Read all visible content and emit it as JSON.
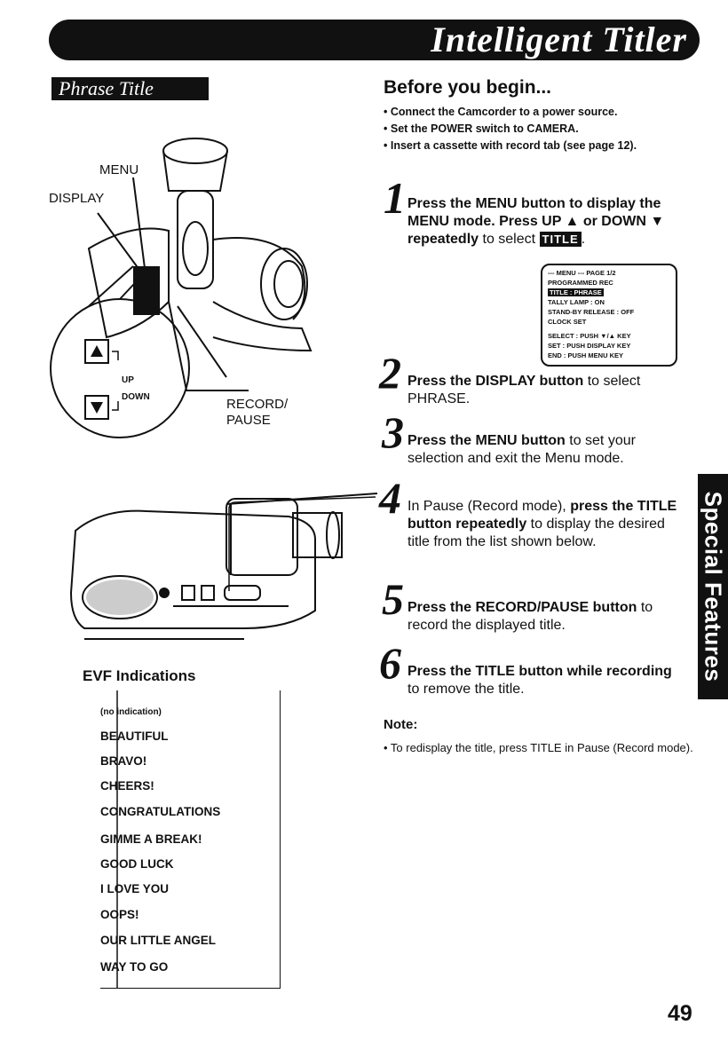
{
  "header": {
    "title": "Intelligent Titler"
  },
  "section_title": "Phrase Title",
  "before": {
    "heading": "Before you begin...",
    "items": [
      "Connect the Camcorder to a power source.",
      "Set the POWER switch to CAMERA.",
      "Insert a cassette with record tab (see page 12)."
    ]
  },
  "steps": [
    {
      "num": "1",
      "bold": "Press the MENU button to display the MENU mode. Press UP ▲ or DOWN ▼ repeatedly",
      "rest": " to select ",
      "badge": "TITLE",
      "tail": "."
    },
    {
      "num": "2",
      "bold": "Press the DISPLAY button",
      "rest": " to select PHRASE."
    },
    {
      "num": "3",
      "bold": "Press the MENU button",
      "rest": " to set your selection and exit the Menu mode."
    },
    {
      "num": "4",
      "pre": "In Pause (Record mode), ",
      "bold": "press the TITLE button repeatedly",
      "rest": " to display the desired title from the list shown below."
    },
    {
      "num": "5",
      "bold": "Press the RECORD/PAUSE button",
      "rest": " to record the displayed title."
    },
    {
      "num": "6",
      "bold": "Press the TITLE button while recording",
      "rest": " to remove the title."
    }
  ],
  "menu_screen": {
    "lines": [
      "--- MENU ---      PAGE 1/2",
      "PROGRAMMED REC",
      "TITLE        : PHRASE",
      "TALLY LAMP              : ON",
      "STAND-BY RELEASE  : OFF",
      "CLOCK SET",
      "SELECT : PUSH ▼/▲ KEY",
      "SET      : PUSH DISPLAY KEY",
      "END      : PUSH MENU KEY"
    ]
  },
  "note": {
    "heading": "Note:",
    "text": "• To redisplay the title, press TITLE in Pause (Record mode)."
  },
  "labels": {
    "menu": "MENU",
    "display": "DISPLAY",
    "up": "UP",
    "down": "DOWN",
    "record": "RECORD/",
    "pause": "PAUSE"
  },
  "evf": {
    "heading": "EVF Indications",
    "items": [
      "(no indication)",
      "BEAUTIFUL",
      "BRAVO!",
      "CHEERS!",
      "CONGRATULATIONS",
      "GIMME  A  BREAK!",
      "GOOD  LUCK",
      "I  LOVE  YOU",
      "OOPS!",
      "OUR  LITTLE  ANGEL",
      "WAY  TO  GO"
    ]
  },
  "side_tab": "Special Features",
  "page_number": "49"
}
